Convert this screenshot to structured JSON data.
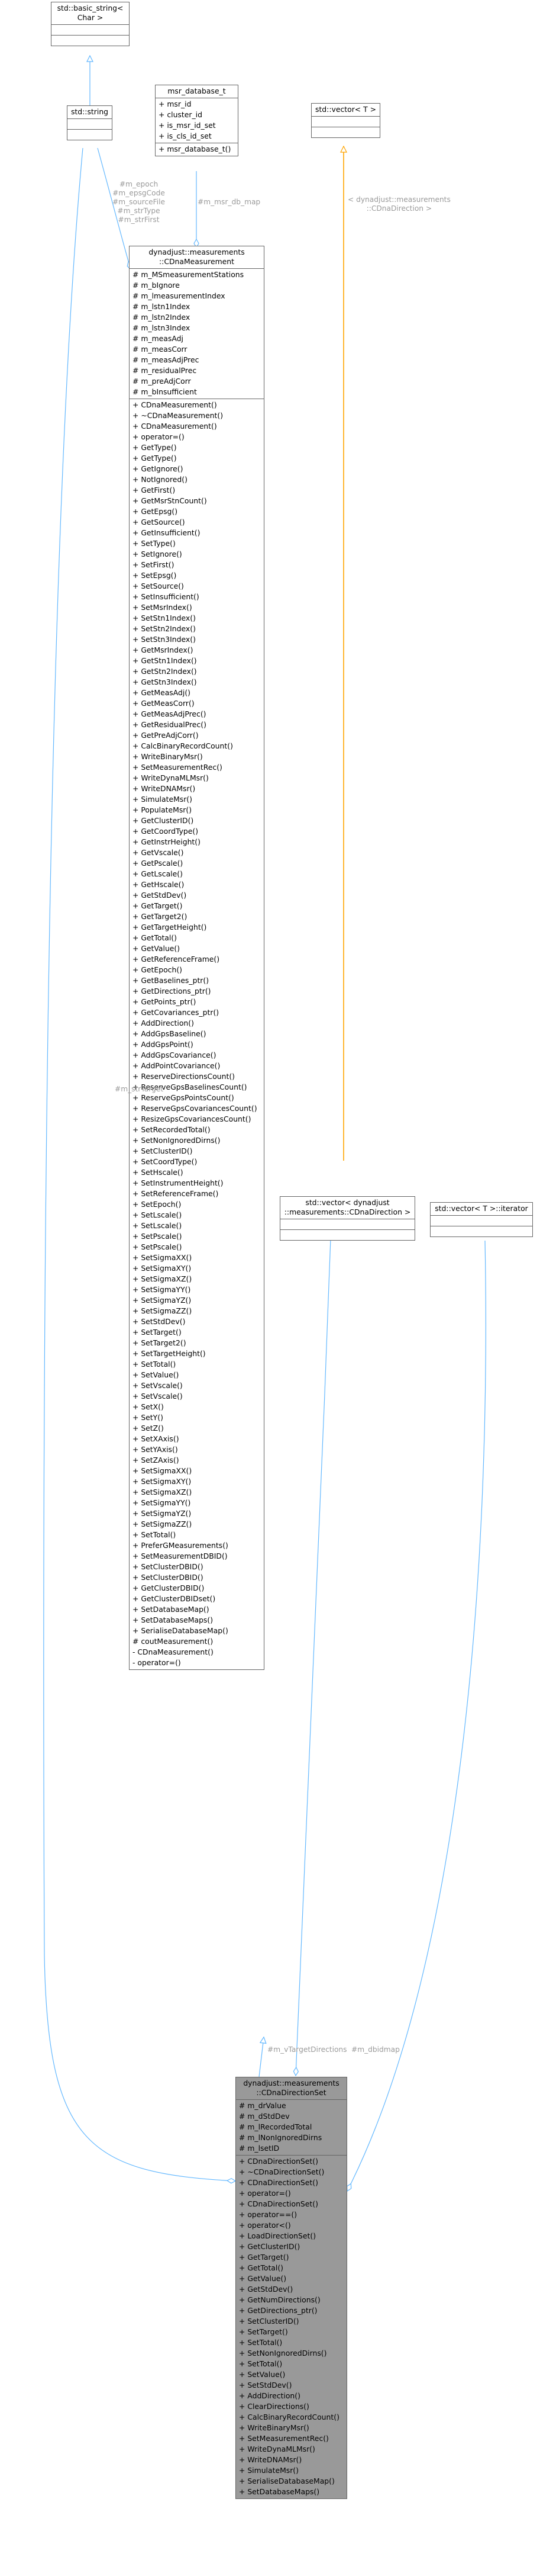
{
  "nodes": {
    "basic_string": {
      "title": [
        "std::basic_string<",
        "Char >"
      ],
      "attributes": [],
      "methods": []
    },
    "string": {
      "title": [
        "std::string"
      ],
      "attributes": [],
      "methods": []
    },
    "msr_database": {
      "title": [
        "msr_database_t"
      ],
      "attributes": [
        "+ msr_id",
        "+ cluster_id",
        "+ is_msr_id_set",
        "+ is_cls_id_set"
      ],
      "methods": [
        "+ msr_database_t()"
      ]
    },
    "vector": {
      "title": [
        "std::vector< T >"
      ],
      "attributes": [],
      "methods": []
    },
    "cdnameasurement": {
      "title": [
        "dynadjust::measurements",
        "::CDnaMeasurement"
      ],
      "attributes": [
        "# m_MSmeasurementStations",
        "# m_bIgnore",
        "# m_lmeasurementIndex",
        "# m_lstn1Index",
        "# m_lstn2Index",
        "# m_lstn3Index",
        "# m_measAdj",
        "# m_measCorr",
        "# m_measAdjPrec",
        "# m_residualPrec",
        "# m_preAdjCorr",
        "# m_bInsufficient"
      ],
      "methods": [
        "+ CDnaMeasurement()",
        "+ ~CDnaMeasurement()",
        "+ CDnaMeasurement()",
        "+ operator=()",
        "+ GetType()",
        "+ GetType()",
        "+ GetIgnore()",
        "+ NotIgnored()",
        "+ GetFirst()",
        "+ GetMsrStnCount()",
        "+ GetEpsg()",
        "+ GetSource()",
        "+ GetInsufficient()",
        "+ SetType()",
        "+ SetIgnore()",
        "+ SetFirst()",
        "+ SetEpsg()",
        "+ SetSource()",
        "+ SetInsufficient()",
        "+ SetMsrIndex()",
        "+ SetStn1Index()",
        "+ SetStn2Index()",
        "+ SetStn3Index()",
        "+ GetMsrIndex()",
        "+ GetStn1Index()",
        "+ GetStn2Index()",
        "+ GetStn3Index()",
        "+ GetMeasAdj()",
        "+ GetMeasCorr()",
        "+ GetMeasAdjPrec()",
        "+ GetResidualPrec()",
        "+ GetPreAdjCorr()",
        "+ CalcBinaryRecordCount()",
        "+ WriteBinaryMsr()",
        "+ SetMeasurementRec()",
        "+ WriteDynaMLMsr()",
        "+ WriteDNAMsr()",
        "+ SimulateMsr()",
        "+ PopulateMsr()",
        "+ GetClusterID()",
        "+ GetCoordType()",
        "+ GetInstrHeight()",
        "+ GetVscale()",
        "+ GetPscale()",
        "+ GetLscale()",
        "+ GetHscale()",
        "+ GetStdDev()",
        "+ GetTarget()",
        "+ GetTarget2()",
        "+ GetTargetHeight()",
        "+ GetTotal()",
        "+ GetValue()",
        "+ GetReferenceFrame()",
        "+ GetEpoch()",
        "+ GetBaselines_ptr()",
        "+ GetDirections_ptr()",
        "+ GetPoints_ptr()",
        "+ GetCovariances_ptr()",
        "+ AddDirection()",
        "+ AddGpsBaseline()",
        "+ AddGpsPoint()",
        "+ AddGpsCovariance()",
        "+ AddPointCovariance()",
        "+ ReserveDirectionsCount()",
        "+ ReserveGpsBaselinesCount()",
        "+ ReserveGpsPointsCount()",
        "+ ReserveGpsCovariancesCount()",
        "+ ResizeGpsCovariancesCount()",
        "+ SetRecordedTotal()",
        "+ SetNonIgnoredDirns()",
        "+ SetClusterID()",
        "+ SetCoordType()",
        "+ SetHscale()",
        "+ SetInstrumentHeight()",
        "+ SetReferenceFrame()",
        "+ SetEpoch()",
        "+ SetLscale()",
        "+ SetLscale()",
        "+ SetPscale()",
        "+ SetPscale()",
        "+ SetSigmaXX()",
        "+ SetSigmaXY()",
        "+ SetSigmaXZ()",
        "+ SetSigmaYY()",
        "+ SetSigmaYZ()",
        "+ SetSigmaZZ()",
        "+ SetStdDev()",
        "+ SetTarget()",
        "+ SetTarget2()",
        "+ SetTargetHeight()",
        "+ SetTotal()",
        "+ SetValue()",
        "+ SetVscale()",
        "+ SetVscale()",
        "+ SetX()",
        "+ SetY()",
        "+ SetZ()",
        "+ SetXAxis()",
        "+ SetYAxis()",
        "+ SetZAxis()",
        "+ SetSigmaXX()",
        "+ SetSigmaXY()",
        "+ SetSigmaXZ()",
        "+ SetSigmaYY()",
        "+ SetSigmaYZ()",
        "+ SetSigmaZZ()",
        "+ SetTotal()",
        "+ PreferGMeasurements()",
        "+ SetMeasurementDBID()",
        "+ SetClusterDBID()",
        "+ SetClusterDBID()",
        "+ GetClusterDBID()",
        "+ GetClusterDBIDset()",
        "+ SetDatabaseMap()",
        "+ SetDatabaseMaps()",
        "+ SerialiseDatabaseMap()",
        "# coutMeasurement()",
        "- CDnaMeasurement()",
        "- operator=()"
      ]
    },
    "vector_direction": {
      "title": [
        "std::vector< dynadjust",
        "::measurements::CDnaDirection >"
      ],
      "attributes": [],
      "methods": []
    },
    "vector_iterator": {
      "title": [
        "std::vector< T >::iterator"
      ],
      "attributes": [],
      "methods": []
    },
    "cdnadirectionset": {
      "title": [
        "dynadjust::measurements",
        "::CDnaDirectionSet"
      ],
      "attributes": [
        "# m_drValue",
        "# m_dStdDev",
        "# m_lRecordedTotal",
        "# m_lNonIgnoredDirns",
        "# m_lsetID"
      ],
      "methods": [
        "+ CDnaDirectionSet()",
        "+ ~CDnaDirectionSet()",
        "+ CDnaDirectionSet()",
        "+ operator=()",
        "+ CDnaDirectionSet()",
        "+ operator==()",
        "+ operator<()",
        "+ LoadDirectionSet()",
        "+ GetClusterID()",
        "+ GetTarget()",
        "+ GetTotal()",
        "+ GetValue()",
        "+ GetStdDev()",
        "+ GetNumDirections()",
        "+ GetDirections_ptr()",
        "+ SetClusterID()",
        "+ SetTarget()",
        "+ SetTotal()",
        "+ SetNonIgnoredDirns()",
        "+ SetTotal()",
        "+ SetValue()",
        "+ SetStdDev()",
        "+ AddDirection()",
        "+ ClearDirections()",
        "+ CalcBinaryRecordCount()",
        "+ WriteBinaryMsr()",
        "+ SetMeasurementRec()",
        "+ WriteDynaMLMsr()",
        "+ WriteDNAMsr()",
        "+ SimulateMsr()",
        "+ SerialiseDatabaseMap()",
        "+ SetDatabaseMaps()"
      ]
    }
  },
  "edge_labels": {
    "string_to_measurement": [
      "#m_epoch",
      "#m_epsgCode",
      "#m_sourceFile",
      "#m_strType",
      "#m_strFirst"
    ],
    "msr_database": [
      "#m_msr_db_map"
    ],
    "vector_direction": [
      "< dynadjust::measurements",
      "::CDnaDirection >"
    ],
    "string_target": [
      "#m_strTarget"
    ],
    "vector_target_directions": [
      "#m_vTargetDirections"
    ],
    "iterator": [
      "#m_dbidmap"
    ]
  },
  "colors": {
    "inheritance": "#63b8ff",
    "template": "#ffa500",
    "label": "#9a9a9a",
    "focus_fill": "#999999",
    "node_border": "#666666"
  }
}
